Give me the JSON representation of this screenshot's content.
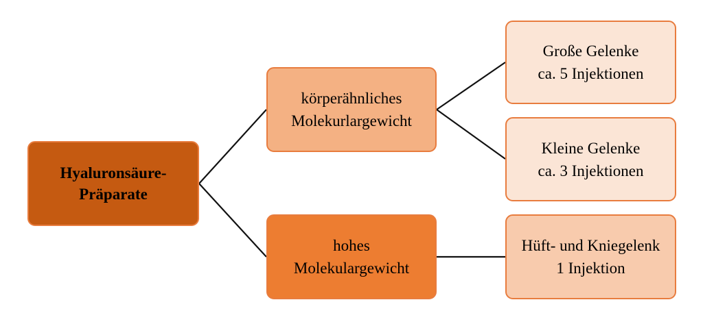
{
  "diagram": {
    "colors": {
      "root_fill": "#c55a11",
      "mid_light_fill": "#f4b183",
      "mid_dark_fill": "#ed7d31",
      "leaf_light_fill": "#fbe5d6",
      "leaf_mid_fill": "#f8cbad",
      "border": "#e87c3e",
      "connector": "#111111"
    },
    "root": {
      "lines": [
        "Hyaluronsäure-",
        "Präparate"
      ]
    },
    "branches": [
      {
        "lines": [
          "körperähnliches",
          "Molekurlargewicht"
        ],
        "children": [
          {
            "lines": [
              "Große Gelenke",
              "ca. 5 Injektionen"
            ]
          },
          {
            "lines": [
              "Kleine Gelenke",
              "ca. 3 Injektionen"
            ]
          }
        ]
      },
      {
        "lines": [
          "hohes",
          "Molekulargewicht"
        ],
        "children": [
          {
            "lines": [
              "Hüft- und Kniegelenk",
              "1 Injektion"
            ]
          }
        ]
      }
    ]
  }
}
